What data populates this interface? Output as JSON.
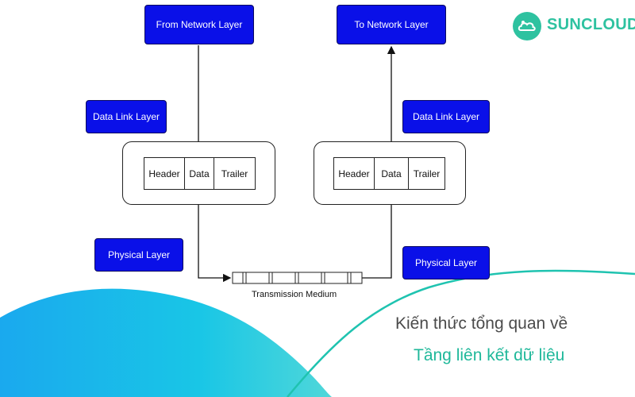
{
  "diagram": {
    "left": {
      "top_label": "From Network Layer",
      "link_label": "Data Link Layer",
      "physical_label": "Physical Layer",
      "frame": [
        "Header",
        "Data",
        "Trailer"
      ]
    },
    "right": {
      "top_label": "To Network Layer",
      "link_label": "Data Link Layer",
      "physical_label": "Physical Layer",
      "frame": [
        "Header",
        "Data",
        "Trailer"
      ]
    },
    "medium_label": "Transmission Medium"
  },
  "brand": {
    "name": "SUNCLOUD",
    "icon": "cloud-logo-icon",
    "color": "#2ec2a0"
  },
  "title": {
    "line1": "Kiến thức tổng quan về",
    "line2": "Tầng liên kết dữ liệu",
    "accent": "#1fb89a"
  },
  "colors": {
    "layer_box": "#0a10e8",
    "wave_blue": "#19b4e8",
    "wave_teal": "#1fc3b0"
  }
}
